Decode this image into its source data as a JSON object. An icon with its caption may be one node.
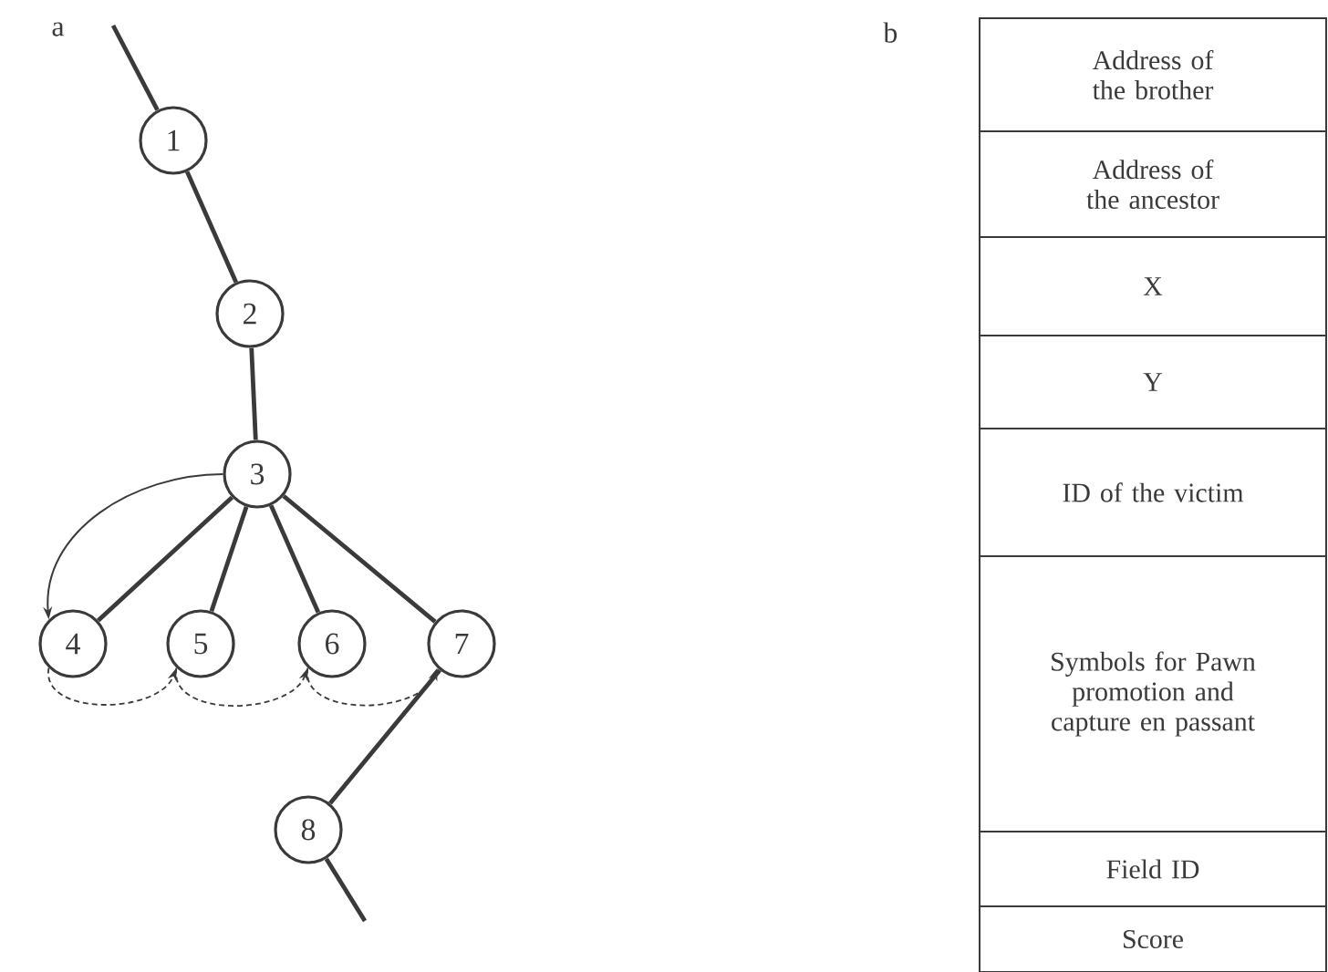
{
  "diagram": {
    "nodes": [
      {
        "text": [
          "1"
        ]
      },
      {
        "text": [
          "2"
        ]
      },
      {
        "text": [
          "3"
        ]
      },
      {
        "text": [
          "4"
        ]
      },
      {
        "text": [
          "5"
        ]
      },
      {
        "text": [
          "6"
        ]
      },
      {
        "text": [
          "7"
        ]
      },
      {
        "text": [
          "8"
        ]
      },
      {
        "text": [
          "Address of the brother"
        ]
      },
      {
        "text": [
          "Address of the ancestor"
        ]
      },
      {
        "text": [
          "X"
        ]
      },
      {
        "text": [
          "Y"
        ]
      },
      {
        "text": [
          "ID of the victim"
        ]
      },
      {
        "text": [
          "Symbols for Pawn promotion and capture en passant"
        ]
      },
      {
        "text": [
          "Field ID"
        ]
      },
      {
        "text": [
          "Score"
        ]
      }
    ],
    "edges": [
      {
        "from": null,
        "to": 0,
        "arrow": "none"
      },
      {
        "from": 0,
        "to": 1,
        "arrow": "none"
      },
      {
        "from": 1,
        "to": 2,
        "arrow": "none"
      },
      {
        "from": 2,
        "to": 3,
        "arrow": "none"
      },
      {
        "from": 2,
        "to": 4,
        "arrow": "none"
      },
      {
        "from": 2,
        "to": 5,
        "arrow": "none"
      },
      {
        "from": 2,
        "to": 6,
        "arrow": "none"
      },
      {
        "from": 6,
        "to": 7,
        "arrow": "none"
      },
      {
        "from": 7,
        "to": null,
        "arrow": "none"
      },
      {
        "from": 2,
        "to": 3,
        "arrow": "to"
      },
      {
        "from": 3,
        "to": 4,
        "arrow": "to",
        "style": "dashed"
      },
      {
        "from": 4,
        "to": 5,
        "arrow": "to",
        "style": "dashed"
      },
      {
        "from": 5,
        "to": 6,
        "arrow": "to",
        "style": "dashed"
      }
    ],
    "labels": [
      "a",
      "b"
    ]
  }
}
